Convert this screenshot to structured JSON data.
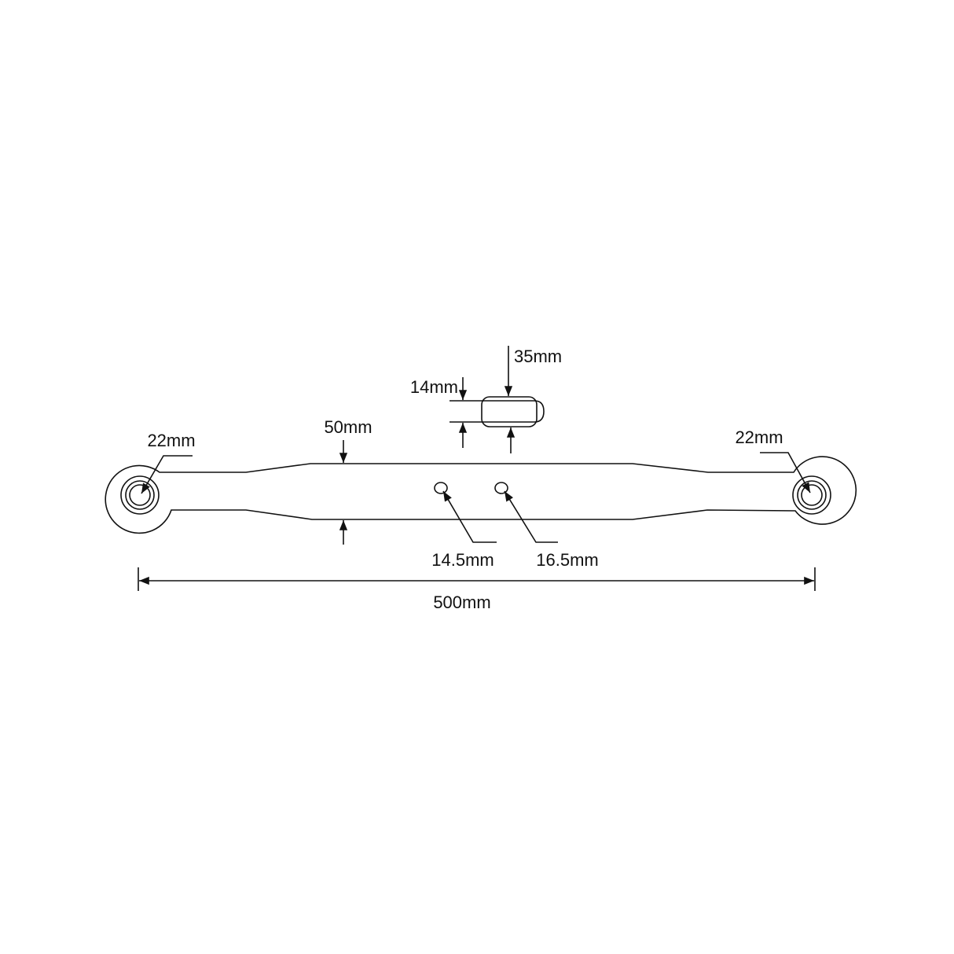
{
  "labels": {
    "eye_left": "22mm",
    "eye_right": "22mm",
    "bar_width": "50mm",
    "side_outer": "35mm",
    "side_thickness": "14mm",
    "hole_1": "14.5mm",
    "hole_2": "16.5mm",
    "length": "500mm"
  },
  "colors": {
    "line": "#111111",
    "background": "#ffffff"
  }
}
